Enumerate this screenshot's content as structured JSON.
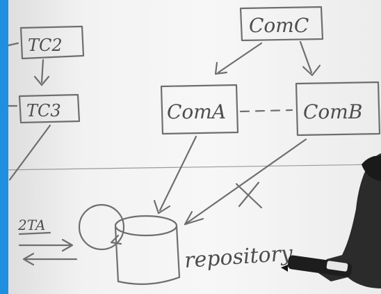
{
  "whiteboard": {
    "nodes": {
      "tc2": "TC2",
      "tc3": "TC3",
      "comc": "ComC",
      "coma": "ComA",
      "comb": "ComB"
    },
    "labels": {
      "twota": "2TA",
      "repository": "repository"
    },
    "colors": {
      "accent_strip": "#1f8fdf",
      "ink": "#6e6e6e"
    }
  }
}
